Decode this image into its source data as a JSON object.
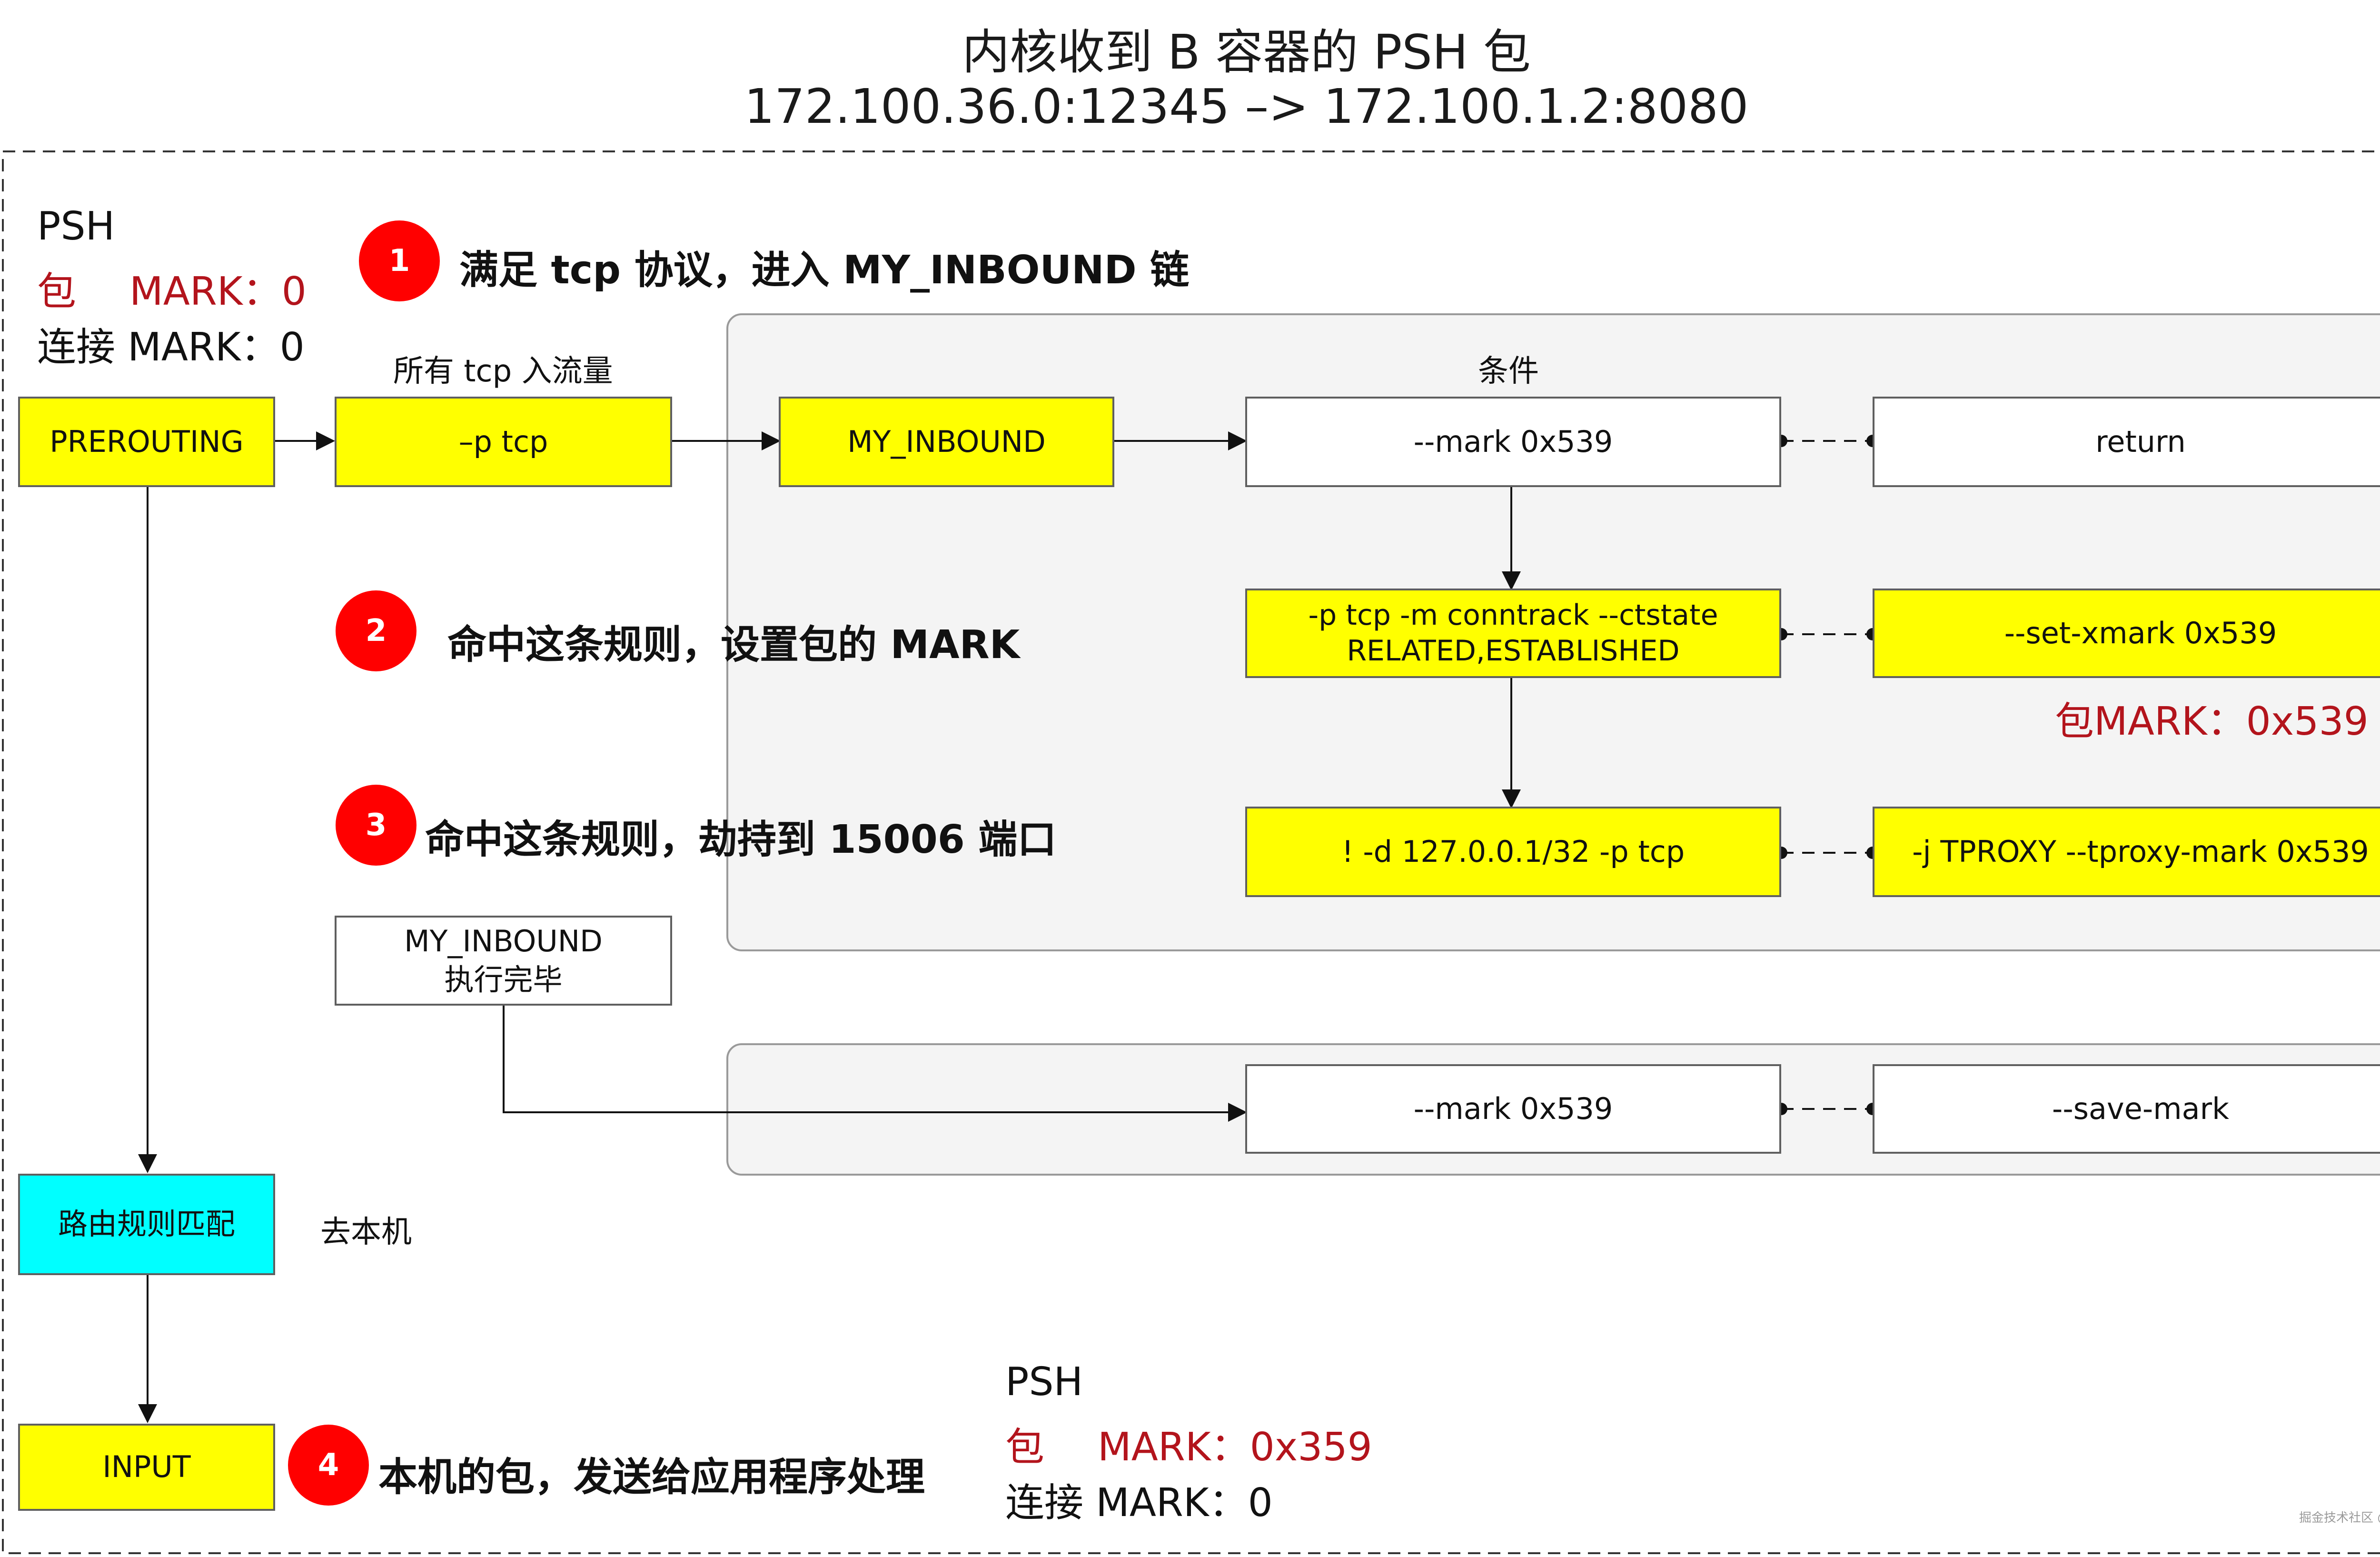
{
  "title": {
    "line1": "内核收到 B 容器的 PSH 包",
    "line2": "172.100.36.0:12345 –> 172.100.1.2:8080"
  },
  "packet_state_start": {
    "label": "PSH",
    "packet_mark_prefix": "包",
    "packet_mark": "MARK：0",
    "conn_mark": "连接 MARK：0"
  },
  "packet_state_end": {
    "label": "PSH",
    "packet_mark_prefix": "包",
    "packet_mark": "MARK：0x359",
    "conn_mark": "连接 MARK：0"
  },
  "steps": [
    {
      "number": "1",
      "text": "满足 tcp 协议，进入 MY_INBOUND 链"
    },
    {
      "number": "2",
      "text": "命中这条规则，设置包的 MARK"
    },
    {
      "number": "3",
      "text": "命中这条规则，劫持到 15006 端口"
    },
    {
      "number": "4",
      "text": "本机的包，发送给应用程序处理"
    }
  ],
  "labels": {
    "all_tcp": "所有 tcp 入流量",
    "condition": "条件",
    "local": "去本机",
    "packet_mark_result": "包MARK：0x539"
  },
  "nodes": {
    "prerouting": "PREROUTING",
    "p_tcp": "–p tcp",
    "my_inbound": "MY_INBOUND",
    "mark_cond": "--mark 0x539",
    "return": "return",
    "conntrack": "-p tcp -m conntrack --ctstate\nRELATED,ESTABLISHED",
    "set_xmark": "--set-xmark 0x539",
    "dest_cond": "! -d 127.0.0.1/32 -p tcp",
    "tproxy": "-j TPROXY  --tproxy-mark 0x539",
    "my_inbound_done": "MY_INBOUND\n执行完毕",
    "mark_cond_2": "--mark 0x539",
    "save_mark": "--save-mark",
    "routing": "路由规则匹配",
    "input": "INPUT"
  },
  "watermark": "掘金技术社区 @ 挖坑的张师傅",
  "colors": {
    "rule_yellow": "#ffff00",
    "routing_cyan": "#00ffff",
    "step_red": "#ff0000",
    "mark_red": "#b3141c",
    "panel_gray": "#f4f4f4"
  }
}
